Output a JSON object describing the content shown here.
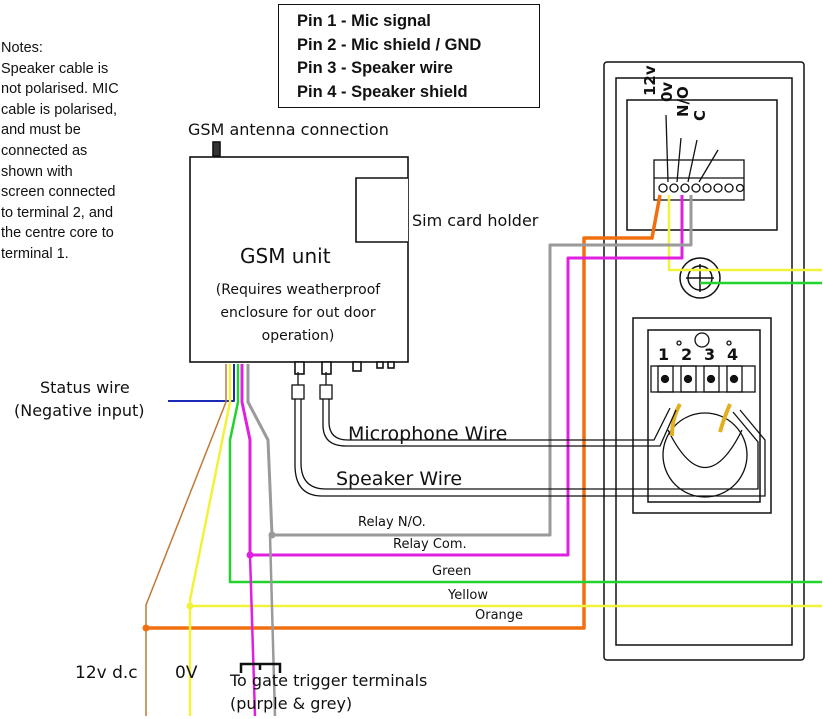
{
  "notes": {
    "title": "Notes:",
    "lines": [
      "Speaker cable is",
      "not polarised. MIC",
      "cable is polarised,",
      "and must be",
      "connected as",
      "shown with",
      "screen connected",
      "to terminal 2, and",
      "the centre core to",
      "terminal 1."
    ]
  },
  "pin_legend": [
    "Pin 1 - Mic signal",
    "Pin 2 - Mic shield / GND",
    "Pin 3 - Speaker wire",
    "Pin 4 - Speaker shield"
  ],
  "gsm_unit": {
    "antenna_label": "GSM antenna connection",
    "title": "GSM unit",
    "note_lines": [
      "(Requires weatherproof",
      "enclosure for out door",
      "operation)"
    ],
    "sim_label": "Sim card holder"
  },
  "status_wire": [
    "Status wire",
    "(Negative input)"
  ],
  "relay_terminals": [
    "12v",
    "0v",
    "N/O",
    "C"
  ],
  "speaker_terminals": [
    "1",
    "2",
    "3",
    "4"
  ],
  "wire_labels": {
    "microphone": "Microphone Wire",
    "speaker": "Speaker Wire",
    "relay_no": "Relay N/O.",
    "relay_com": "Relay Com.",
    "green": "Green",
    "yellow": "Yellow",
    "orange": "Orange"
  },
  "supply": {
    "v12": "12v d.c",
    "v0": "0V",
    "gate_lines": [
      "To gate trigger terminals",
      "(purple & grey)"
    ]
  },
  "colors": {
    "grey": "#9a9a9a",
    "magenta": "#e020e0",
    "orange": "#f07010",
    "yellow": "#f2f23a",
    "green": "#22d22e",
    "blue": "#1a2ab4",
    "outline": "#111111"
  }
}
